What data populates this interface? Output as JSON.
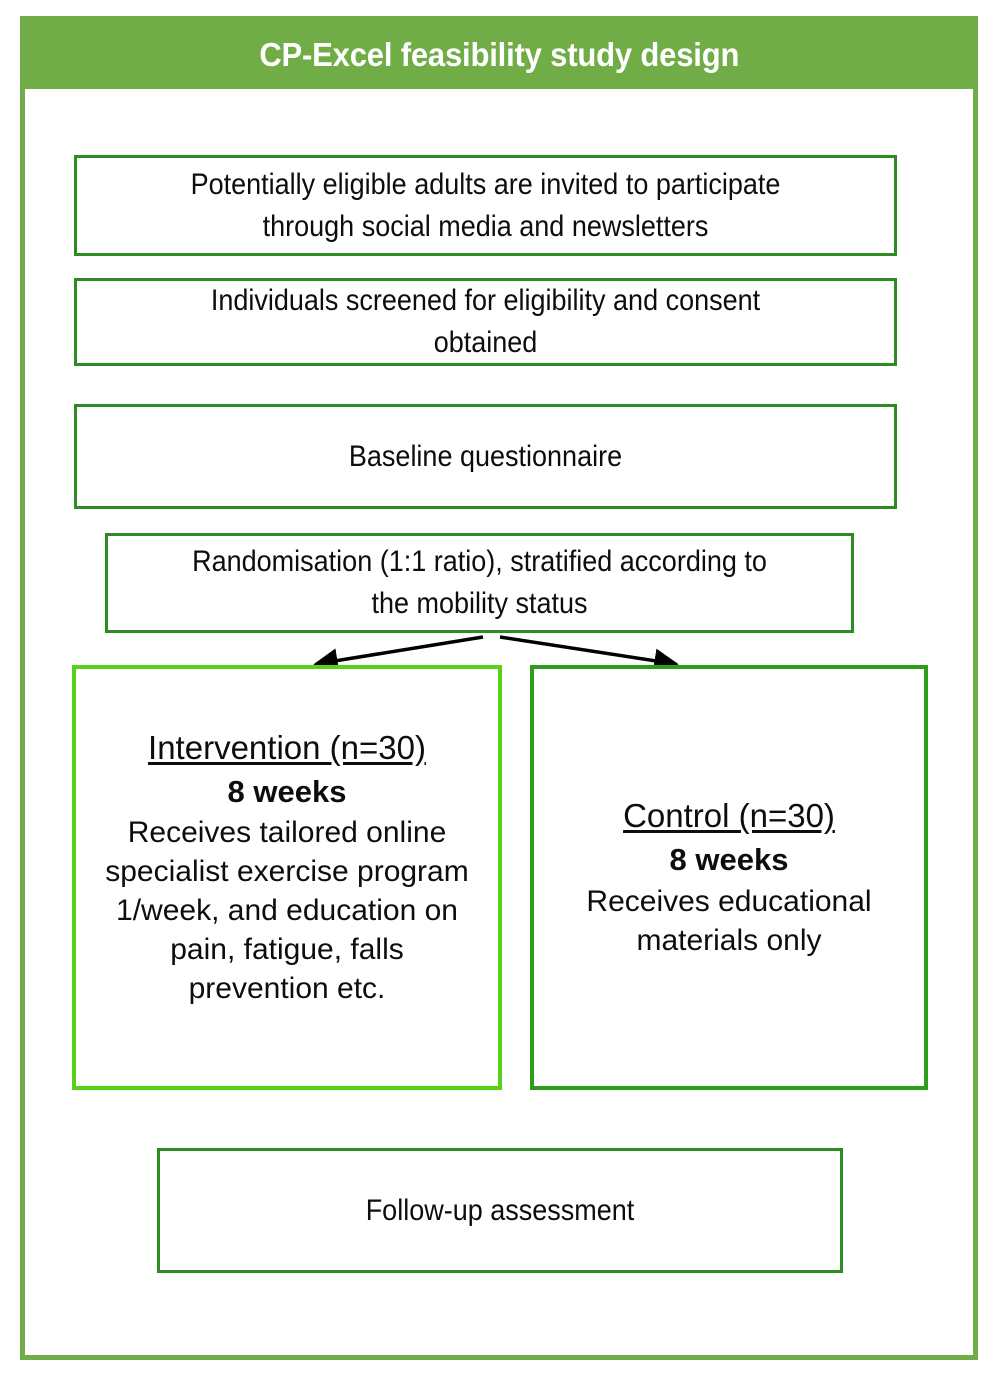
{
  "header": {
    "title": "CP-Excel feasibility study design",
    "band_color": "#70AD47",
    "title_color": "#ffffff"
  },
  "colors": {
    "frame_green": "#70AD47",
    "box_green": "#2E8B22",
    "intervention_green": "#5BD018",
    "control_green": "#2E9B19",
    "arrow_black": "#000000",
    "text_black": "#0d0d0d"
  },
  "flow": {
    "recruitment": "Potentially eligible adults are invited to participate\nthrough social media and newsletters",
    "screening": "Individuals screened for eligibility and consent\nobtained",
    "baseline": "Baseline questionnaire",
    "randomisation": "Randomisation (1:1 ratio), stratified according to\nthe mobility status",
    "followup": "Follow-up assessment"
  },
  "arms": {
    "intervention": {
      "title": "Intervention (n=30)",
      "duration": "8 weeks",
      "description": "Receives tailored online\nspecialist exercise program\n1/week, and education on\npain, fatigue, falls\nprevention etc."
    },
    "control": {
      "title": "Control (n=30)",
      "duration": "8 weeks",
      "description": "Receives educational\nmaterials only"
    }
  },
  "connectors": {
    "left_arrow_label": "randomisation-to-intervention",
    "right_arrow_label": "randomisation-to-control"
  }
}
